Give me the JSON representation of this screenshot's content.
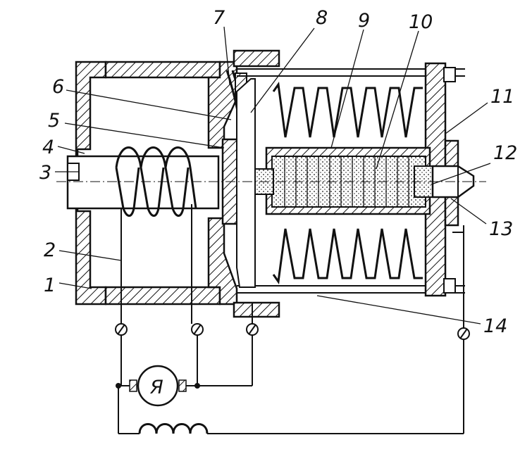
{
  "labels": [
    "1",
    "2",
    "3",
    "4",
    "5",
    "6",
    "7",
    "8",
    "9",
    "10",
    "11",
    "12",
    "13",
    "14"
  ],
  "motor_symbol": "Я"
}
